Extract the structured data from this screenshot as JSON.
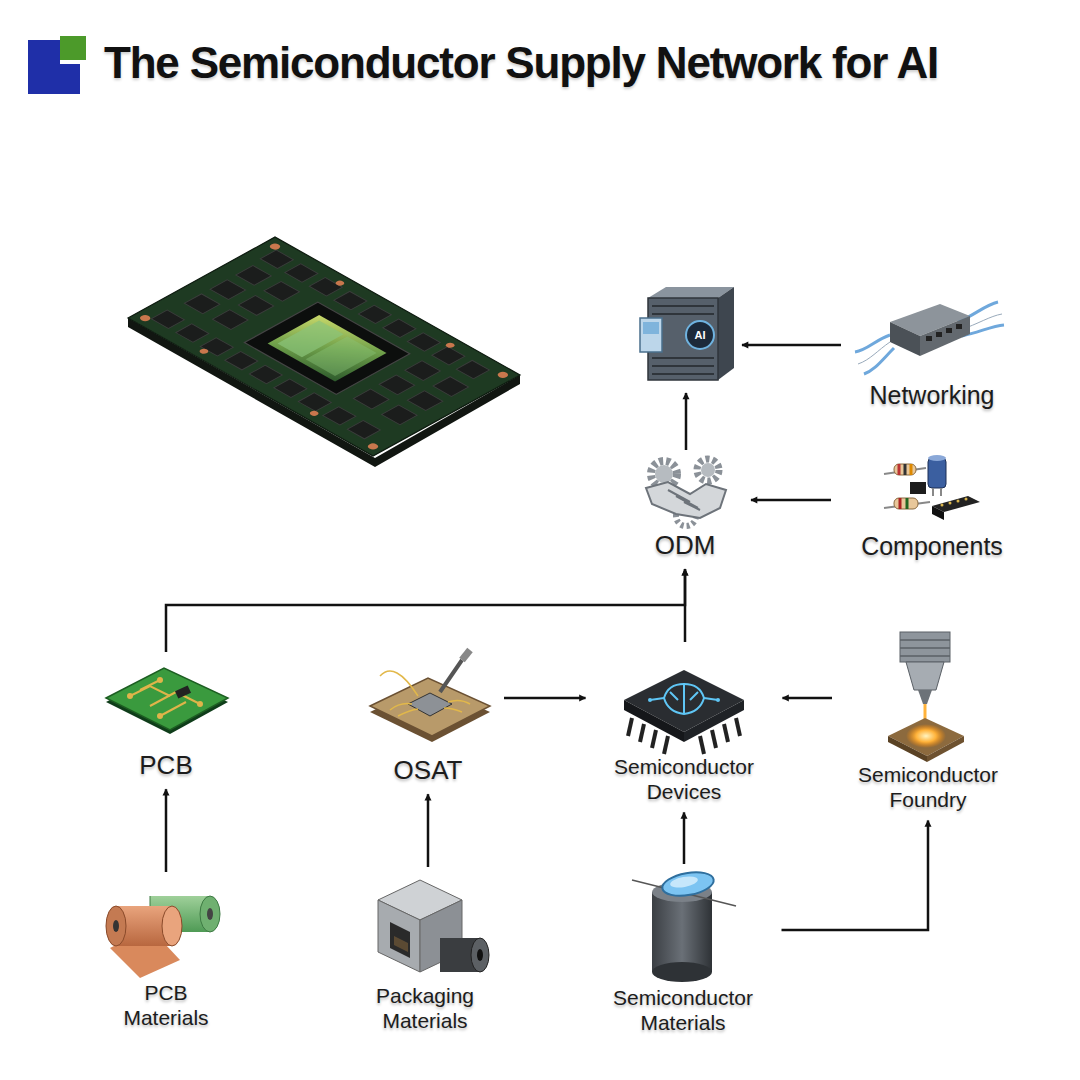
{
  "diagram": {
    "title": "The Semiconductor Supply Network for AI",
    "nodes": [
      {
        "text": [
          "AI"
        ]
      },
      {
        "text": [
          "Networking"
        ]
      },
      {
        "text": [
          "ODM"
        ]
      },
      {
        "text": [
          "Components"
        ]
      },
      {
        "text": [
          "PCB"
        ]
      },
      {
        "text": [
          "OSAT"
        ]
      },
      {
        "text": [
          "Semiconductor Devices"
        ]
      },
      {
        "text": [
          "Semiconductor Foundry"
        ]
      },
      {
        "text": [
          "PCB Materials"
        ]
      },
      {
        "text": [
          "Packaging Materials"
        ]
      },
      {
        "text": [
          "Semiconductor Materials"
        ]
      }
    ],
    "edges": [
      {
        "from": 1,
        "to": 0,
        "arrow": "to"
      },
      {
        "from": 2,
        "to": 0,
        "arrow": "to"
      },
      {
        "from": 3,
        "to": 2,
        "arrow": "to"
      },
      {
        "from": 4,
        "to": 2,
        "arrow": "to"
      },
      {
        "from": 6,
        "to": 2,
        "arrow": "to"
      },
      {
        "from": 5,
        "to": 6,
        "arrow": "to"
      },
      {
        "from": 7,
        "to": 6,
        "arrow": "to"
      },
      {
        "from": 8,
        "to": 4,
        "arrow": "to"
      },
      {
        "from": 9,
        "to": 5,
        "arrow": "to"
      },
      {
        "from": 10,
        "to": 6,
        "arrow": "to"
      },
      {
        "from": 10,
        "to": 7,
        "arrow": "to"
      }
    ]
  }
}
